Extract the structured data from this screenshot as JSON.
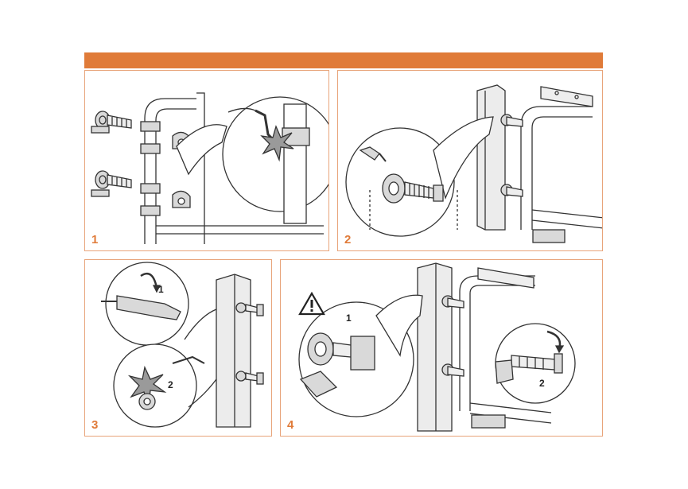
{
  "colors": {
    "accent": "#e07b39",
    "panel_border": "#e8a47a",
    "line": "#333333",
    "metal": "#d9d9d9",
    "metal_dark": "#9a9a9a"
  },
  "panels": [
    {
      "id": "1",
      "label": "1"
    },
    {
      "id": "2",
      "label": "2"
    },
    {
      "id": "3",
      "label": "3",
      "callouts": [
        "1",
        "2"
      ]
    },
    {
      "id": "4",
      "label": "4",
      "callouts": [
        "1",
        "2"
      ]
    }
  ],
  "icons": [
    "weld-spark-icon",
    "welding-torch-icon",
    "drill-icon",
    "rotation-arrow-icon",
    "wrench-icon",
    "warning-triangle-icon"
  ]
}
